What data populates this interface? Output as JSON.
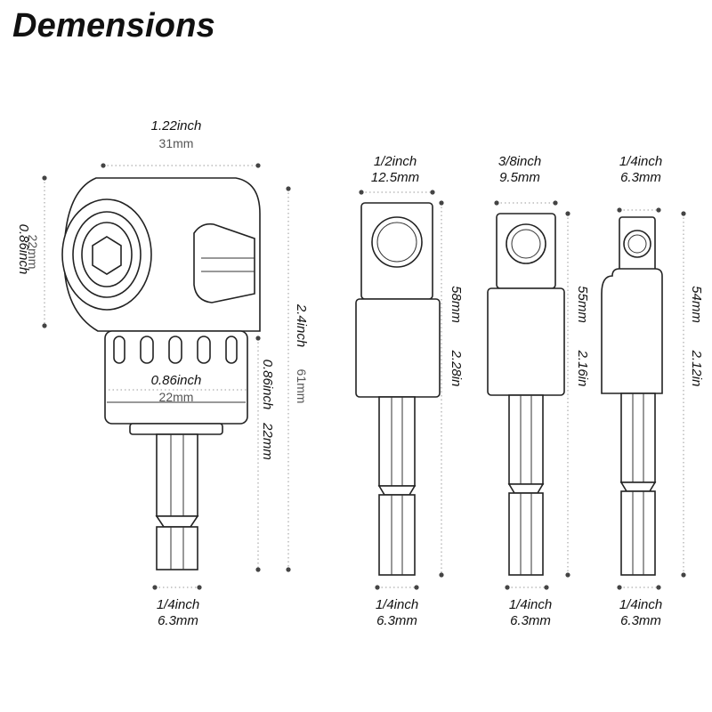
{
  "title": "Demensions",
  "angle_adapter": {
    "width_in": "1.22inch",
    "width_mm": "31mm",
    "head_height_in": "0.86inch",
    "head_height_mm": "22mm",
    "collar_width_in": "0.86inch",
    "collar_width_mm": "22mm",
    "collar_height_in": "0.86inch",
    "collar_height_mm": "22mm",
    "total_height_in": "2.4inch",
    "total_height_mm": "61mm",
    "shank_in": "1/4inch",
    "shank_mm": "6.3mm"
  },
  "extensions": [
    {
      "drive_in": "1/2inch",
      "drive_mm": "12.5mm",
      "length_mm": "58mm",
      "length_in": "2.28in",
      "shank_in": "1/4inch",
      "shank_mm": "6.3mm"
    },
    {
      "drive_in": "3/8inch",
      "drive_mm": "9.5mm",
      "length_mm": "55mm",
      "length_in": "2.16in",
      "shank_in": "1/4inch",
      "shank_mm": "6.3mm"
    },
    {
      "drive_in": "1/4inch",
      "drive_mm": "6.3mm",
      "length_mm": "54mm",
      "length_in": "2.12in",
      "shank_in": "1/4inch",
      "shank_mm": "6.3mm"
    }
  ]
}
